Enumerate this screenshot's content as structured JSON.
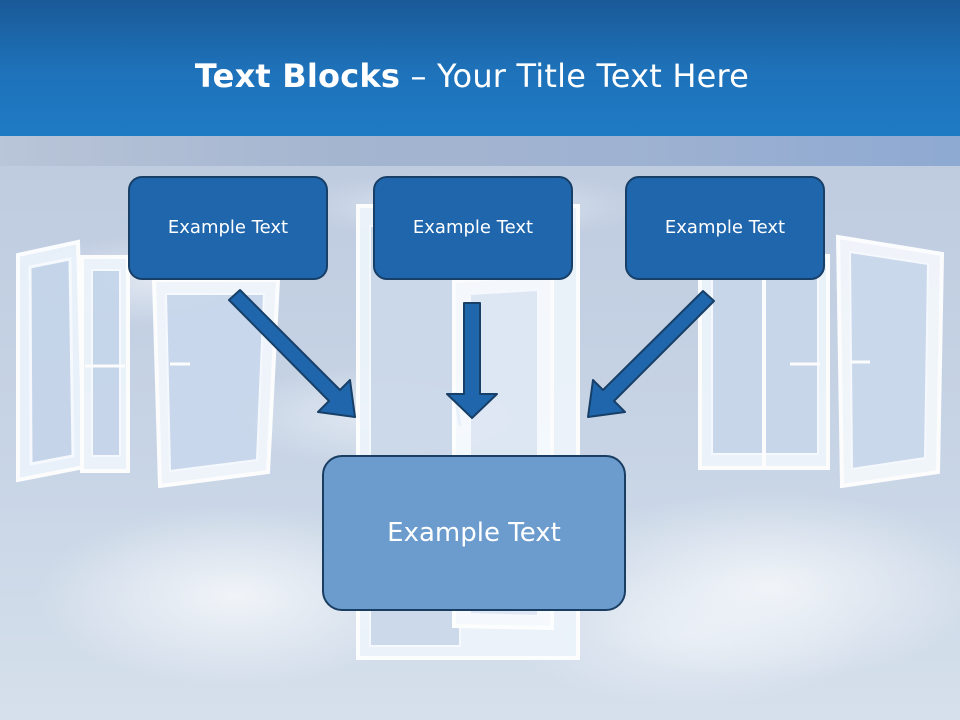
{
  "slide": {
    "title_strong": "Text Blocks",
    "title_rest": " – Your Title Text Here"
  },
  "blocks": {
    "top": [
      {
        "label": "Example Text"
      },
      {
        "label": "Example Text"
      },
      {
        "label": "Example Text"
      }
    ],
    "bottom": {
      "label": "Example Text"
    }
  },
  "theme": {
    "header": "#1e6fb6",
    "top_box": "#1f66ac",
    "top_box_border": "#173f67",
    "bottom_box": "#6c9ccd",
    "arrow": "#1f66ac",
    "background": "#c8d3e2"
  }
}
